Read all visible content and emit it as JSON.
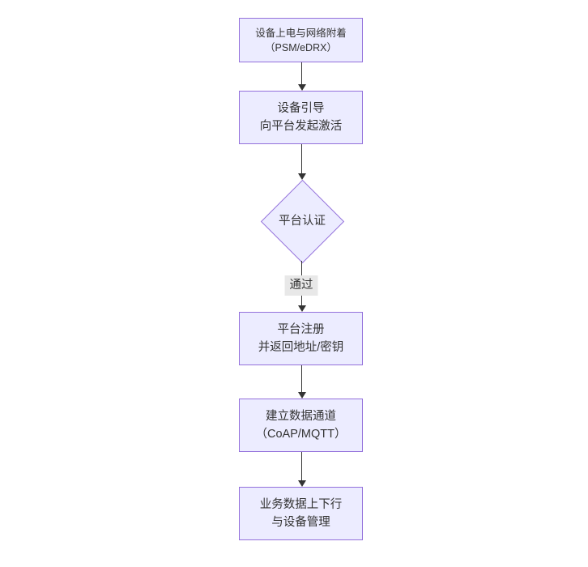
{
  "diagram": {
    "type": "flowchart-top-down",
    "nodes": {
      "power_attach": {
        "id": "node-power-attach",
        "shape": "rect",
        "lines": [
          "设备上电与网络附着",
          "（PSM/eDRX）"
        ]
      },
      "bootstrap": {
        "id": "node-bootstrap",
        "shape": "rect",
        "lines": [
          "设备引导",
          "向平台发起激活"
        ]
      },
      "platform_auth": {
        "id": "node-platform-auth",
        "shape": "diamond",
        "label": "平台认证"
      },
      "platform_register": {
        "id": "node-platform-register",
        "shape": "rect",
        "lines": [
          "平台注册",
          "并返回地址/密钥"
        ]
      },
      "data_channel": {
        "id": "node-data-channel",
        "shape": "rect",
        "lines": [
          "建立数据通道",
          "（CoAP/MQTT）"
        ]
      },
      "business_data": {
        "id": "node-business-data",
        "shape": "rect",
        "lines": [
          "业务数据上下行",
          "与设备管理"
        ]
      }
    },
    "edges": {
      "pass_label": "通过"
    },
    "colors": {
      "node_fill": "#ECECFF",
      "node_border": "#9370DB",
      "text": "#333333",
      "line": "#333333",
      "edge_label_bg": "#e8e8e8",
      "background": "#ffffff"
    }
  }
}
